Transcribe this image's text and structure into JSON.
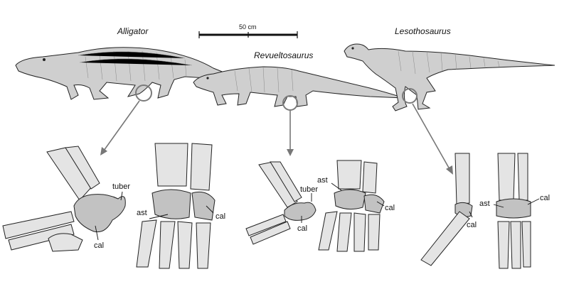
{
  "taxa": {
    "alligator": "Alligator",
    "revueltosaurus": "Revueltosaurus",
    "lesothosaurus": "Lesothosaurus"
  },
  "scale_bar": {
    "label": "50 cm"
  },
  "labels": {
    "tuber": "tuber",
    "cal": "cal",
    "ast": "ast"
  },
  "colors": {
    "ink": "#111111",
    "arrow": "#777777",
    "ring": "#7a7a7a"
  }
}
